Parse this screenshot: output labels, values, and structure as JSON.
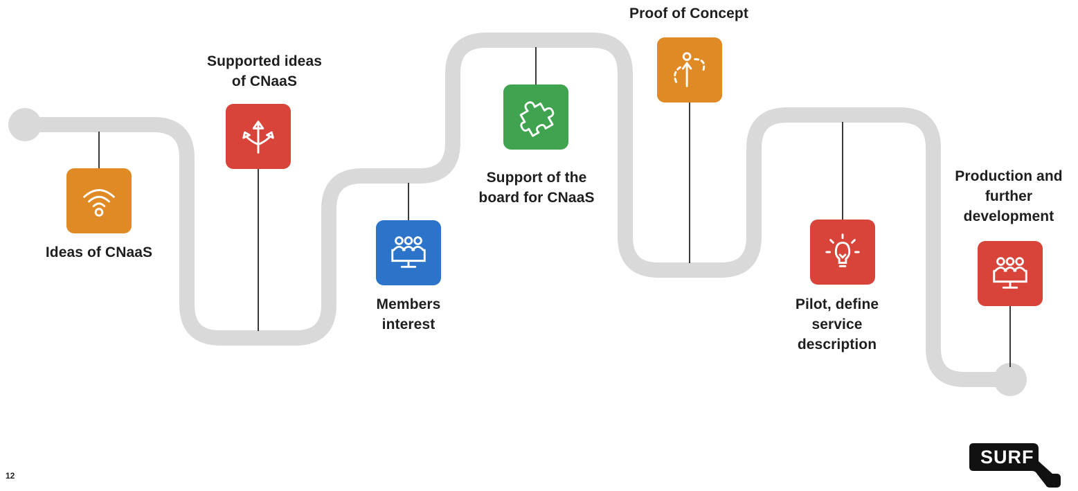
{
  "colors": {
    "road": "#d9d9d9",
    "orange": "#e08a26",
    "red": "#d9443a",
    "green": "#3fa350",
    "blue": "#2b74c9",
    "stem": "#3a3a3a"
  },
  "steps": [
    {
      "label": "Ideas of CNaaS",
      "icon": "wifi-icon",
      "color": "orange"
    },
    {
      "label": "Supported ideas\nof CNaaS",
      "icon": "split-arrows-icon",
      "color": "red"
    },
    {
      "label": "Members\ninterest",
      "icon": "group-screen-icon",
      "color": "blue"
    },
    {
      "label": "Support of the\nboard for CNaaS",
      "icon": "puzzle-piece-icon",
      "color": "green"
    },
    {
      "label": "Proof of Concept",
      "icon": "route-arrow-icon",
      "color": "orange"
    },
    {
      "label": "Pilot, define\nservice\ndescription",
      "icon": "lightbulb-icon",
      "color": "red"
    },
    {
      "label": "Production and\nfurther\ndevelopment",
      "icon": "group-screen-icon",
      "color": "red"
    }
  ],
  "footer": {
    "page_number": "12",
    "logo": "SURF"
  }
}
